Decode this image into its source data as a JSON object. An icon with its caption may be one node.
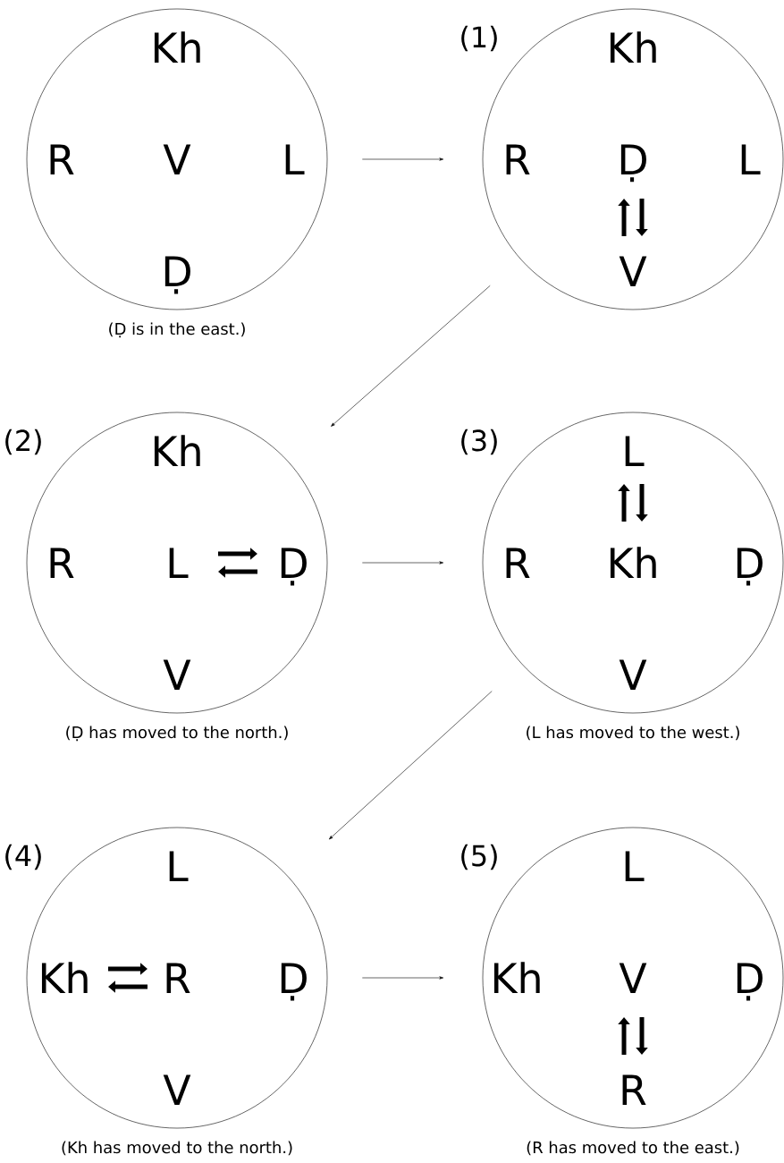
{
  "diagram": {
    "nodes": [
      {
        "text": [
          "Kh",
          "R",
          "V",
          "L",
          "Ḍ"
        ],
        "beside": [
          "(Ḍ is in the east.)"
        ]
      },
      {
        "text": [
          "(1)",
          "Kh",
          "R",
          "Ḍ",
          "L",
          "V"
        ]
      },
      {
        "text": [
          "(2)",
          "Kh",
          "R",
          "L",
          "Ḍ",
          "V"
        ],
        "beside": [
          "(Ḍ has moved to the north.)"
        ]
      },
      {
        "text": [
          "(3)",
          "L",
          "R",
          "Kh",
          "Ḍ",
          "V"
        ],
        "beside": [
          "(L has moved to the west.)"
        ]
      },
      {
        "text": [
          "(4)",
          "L",
          "Kh",
          "R",
          "Ḍ",
          "V"
        ],
        "beside": [
          "(Kh has moved to the north.)"
        ]
      },
      {
        "text": [
          "(5)",
          "L",
          "Kh",
          "V",
          "Ḍ",
          "R"
        ],
        "beside": [
          "(R has moved to the east.)"
        ]
      }
    ],
    "edges": [
      {
        "from": 0,
        "to": 1,
        "arrow": "to"
      },
      {
        "from": 1,
        "to": 2,
        "arrow": "to"
      },
      {
        "from": 2,
        "to": 3,
        "arrow": "to"
      },
      {
        "from": 3,
        "to": 4,
        "arrow": "to"
      },
      {
        "from": 4,
        "to": 5,
        "arrow": "to"
      }
    ]
  }
}
